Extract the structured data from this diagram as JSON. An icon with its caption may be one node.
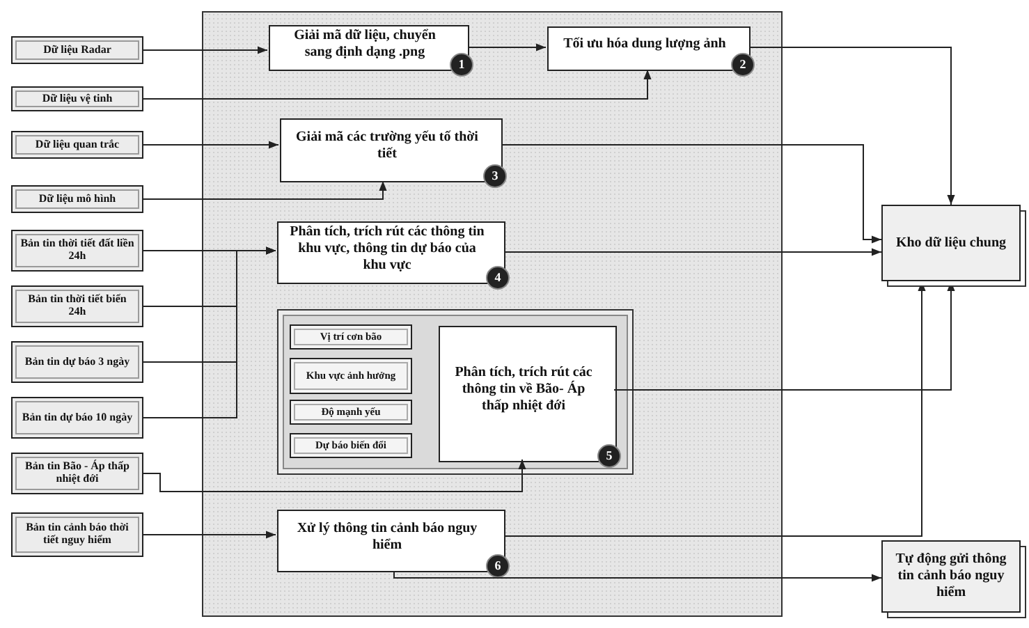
{
  "diagram": {
    "nodes": [
      {
        "text": [
          "Dữ liệu Radar"
        ]
      },
      {
        "text": [
          "Dữ liệu vệ tinh"
        ]
      },
      {
        "text": [
          "Dữ liệu quan trắc"
        ]
      },
      {
        "text": [
          "Dữ liệu mô hình"
        ]
      },
      {
        "text": [
          "Bản tin thời tiết đất liền 24h"
        ]
      },
      {
        "text": [
          "Bản tin thời tiết biển 24h"
        ]
      },
      {
        "text": [
          "Bản tin dự báo 3 ngày"
        ]
      },
      {
        "text": [
          "Bản tin dự báo 10 ngày"
        ]
      },
      {
        "text": [
          "Bản tin Bão - Áp thấp nhiệt đới"
        ]
      },
      {
        "text": [
          "Bản tin cảnh báo thời tiết nguy hiểm"
        ]
      },
      {
        "text": [],
        "shape": "box"
      },
      {
        "text": [
          "Giải mã dữ liệu, chuyển sang định dạng .png",
          "1"
        ],
        "in": 10
      },
      {
        "text": [
          "Tối ưu hóa dung lượng ảnh",
          "2"
        ],
        "in": 10
      },
      {
        "text": [
          "Giải mã các trường yếu tố thời tiết",
          "3"
        ],
        "in": 10
      },
      {
        "text": [
          "Phân tích, trích rút các thông tin khu vực, thông tin dự báo của khu vực",
          "4"
        ],
        "in": 10
      },
      {
        "text": [],
        "shape": "box",
        "in": 10
      },
      {
        "text": [
          "Vị trí cơn bão"
        ],
        "in": 15
      },
      {
        "text": [
          "Khu vực ảnh hưởng"
        ],
        "in": 15
      },
      {
        "text": [
          "Độ mạnh yếu"
        ],
        "in": 15
      },
      {
        "text": [
          "Dự báo biến đổi"
        ],
        "in": 15
      },
      {
        "text": [
          "Phân tích, trích rút các thông tin về Bão- Áp thấp nhiệt đới",
          "5"
        ],
        "in": 15
      },
      {
        "text": [
          "Xử lý thông tin cảnh báo nguy hiểm",
          "6"
        ],
        "in": 10
      },
      {
        "text": [
          "Kho dữ liệu chung"
        ]
      },
      {
        "text": [
          "Tự động gửi thông tin cảnh báo nguy hiểm"
        ]
      }
    ],
    "edges": [
      {
        "from": 0,
        "to": 11,
        "arrow": "to"
      },
      {
        "from": 1,
        "to": 12,
        "arrow": "to"
      },
      {
        "from": 11,
        "to": 12,
        "arrow": "to"
      },
      {
        "from": 2,
        "to": 13,
        "arrow": "to"
      },
      {
        "from": 3,
        "to": 13,
        "arrow": "to"
      },
      {
        "from": 4,
        "to": 14,
        "arrow": "to"
      },
      {
        "from": 5,
        "to": 14,
        "arrow": "to"
      },
      {
        "from": 6,
        "to": 14,
        "arrow": "to"
      },
      {
        "from": 7,
        "to": 14,
        "arrow": "to"
      },
      {
        "from": 8,
        "to": 20,
        "arrow": "to"
      },
      {
        "from": 9,
        "to": 21,
        "arrow": "to"
      },
      {
        "from": 12,
        "to": 22,
        "arrow": "to"
      },
      {
        "from": 13,
        "to": 22,
        "arrow": "to"
      },
      {
        "from": 14,
        "to": 22,
        "arrow": "to"
      },
      {
        "from": 20,
        "to": 22,
        "arrow": "to"
      },
      {
        "from": 21,
        "to": 22,
        "arrow": "to"
      },
      {
        "from": 21,
        "to": 23,
        "arrow": "to"
      }
    ]
  }
}
